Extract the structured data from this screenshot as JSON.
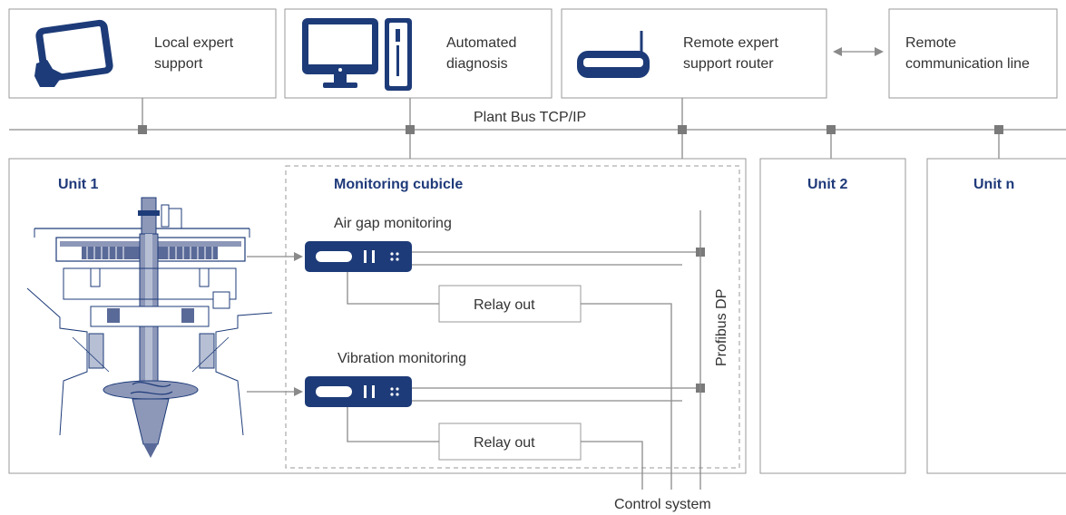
{
  "top_boxes": {
    "local_expert": "Local expert\nsupport",
    "automated_diagnosis": "Automated\ndiagnosis",
    "remote_router": "Remote expert\nsupport router",
    "remote_line": "Remote\ncommunication line"
  },
  "plant_bus_label": "Plant Bus TCP/IP",
  "units": {
    "unit1": "Unit 1",
    "unit2": "Unit 2",
    "unitn": "Unit n"
  },
  "monitoring_cubicle": "Monitoring cubicle",
  "air_gap_monitoring": "Air gap monitoring",
  "vibration_monitoring": "Vibration monitoring",
  "relay_out_1": "Relay out",
  "relay_out_2": "Relay out",
  "profibus": "Profibus DP",
  "control_system": "Control system",
  "colors": {
    "navy": "#1d3b78",
    "label_blue": "#1f3a7a",
    "line_gray": "#8a8a8a"
  },
  "icons": [
    "tablet-icon",
    "monitor-icon",
    "tower-icon",
    "router-icon",
    "turbine-generator-illustration",
    "monitoring-device-icon"
  ]
}
